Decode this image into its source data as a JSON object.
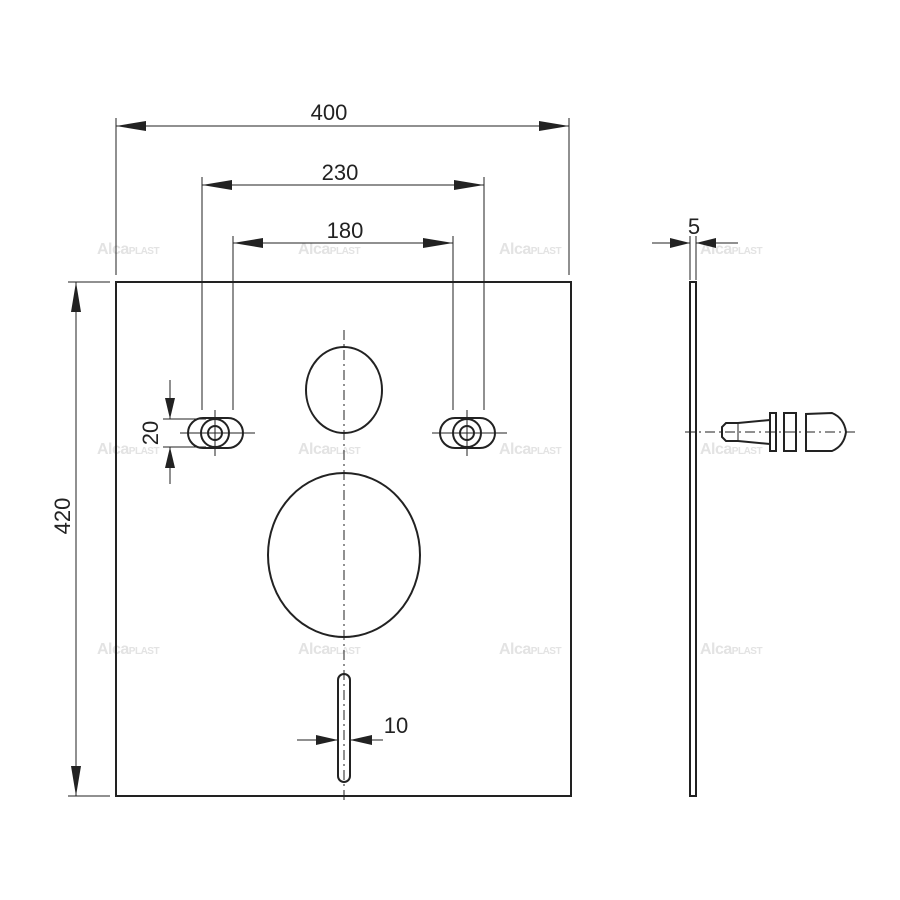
{
  "dimensions": {
    "width_total": "400",
    "width_bolts_outer": "230",
    "width_bolts_inner": "180",
    "height_total": "420",
    "bolt_height": "20",
    "slot_width": "10",
    "thickness": "5"
  },
  "watermark": {
    "brand": "Alca",
    "suffix": "PLAST"
  },
  "colors": {
    "line": "#222222",
    "watermark": "#e3e3e3",
    "background": "#ffffff"
  }
}
